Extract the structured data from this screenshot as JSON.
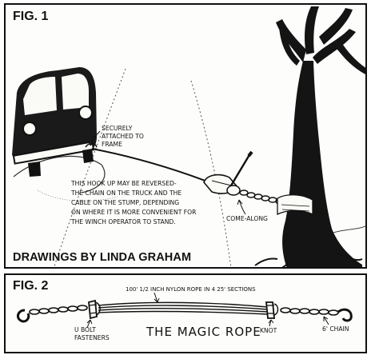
{
  "fig1": {
    "label": "FIG. 1",
    "callout_attached": "SECURELY ATTACHED TO FRAME",
    "note_lines": [
      "THIS HOOK UP MAY BE REVERSED-",
      "THE CHAIN ON THE TRUCK AND THE",
      "CABLE ON THE STUMP, DEPENDING",
      "ON WHERE IT IS MORE CONVENIENT FOR",
      "THE WINCH OPERATOR TO STAND."
    ],
    "callout_comealong": "COME-ALONG",
    "credit": "DRAWINGS BY LINDA GRAHAM"
  },
  "fig2": {
    "label": "FIG. 2",
    "rope_label": "100' 1/2 INCH NYLON ROPE IN 4 25' SECTIONS",
    "ubolt_label": "U BOLT FASTENERS",
    "title": "THE MAGIC ROPE",
    "knot_label": "KNOT",
    "chain_label": "6' CHAIN"
  }
}
